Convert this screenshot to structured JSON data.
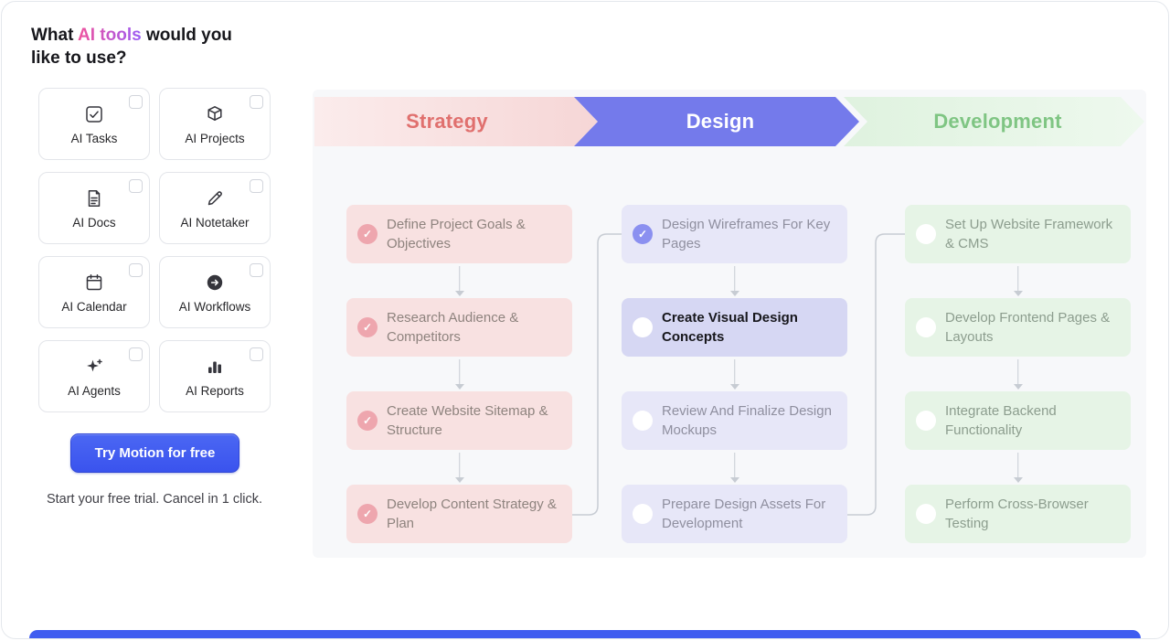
{
  "panel": {
    "title_prefix": "What ",
    "title_accent": "AI tools",
    "title_suffix": " would you like to use?",
    "tools": [
      {
        "label": "AI Tasks",
        "icon": "task-check-icon",
        "checked": false
      },
      {
        "label": "AI Projects",
        "icon": "cube-icon",
        "checked": false
      },
      {
        "label": "AI Docs",
        "icon": "document-icon",
        "checked": false
      },
      {
        "label": "AI Notetaker",
        "icon": "pen-icon",
        "checked": false
      },
      {
        "label": "AI Calendar",
        "icon": "calendar-icon",
        "checked": false
      },
      {
        "label": "AI Workflows",
        "icon": "arrow-circle-icon",
        "checked": false
      },
      {
        "label": "AI Agents",
        "icon": "sparkles-icon",
        "checked": false
      },
      {
        "label": "AI Reports",
        "icon": "bar-chart-icon",
        "checked": false
      }
    ],
    "cta_label": "Try Motion for free",
    "cta_subtext": "Start your free trial. Cancel in 1 click."
  },
  "flow": {
    "phases": [
      {
        "label": "Strategy",
        "accent": "#e0706e",
        "tasks": [
          {
            "label": "Define Project Goals & Objectives",
            "state": "done"
          },
          {
            "label": "Research Audience & Competitors",
            "state": "done"
          },
          {
            "label": "Create Website Sitemap & Structure",
            "state": "done"
          },
          {
            "label": "Develop Content Strategy & Plan",
            "state": "done"
          }
        ]
      },
      {
        "label": "Design",
        "accent": "#747aeb",
        "tasks": [
          {
            "label": "Design Wireframes For Key Pages",
            "state": "done"
          },
          {
            "label": "Create Visual Design Concepts",
            "state": "active"
          },
          {
            "label": "Review And Finalize Design Mockups",
            "state": "todo"
          },
          {
            "label": "Prepare Design Assets For Development",
            "state": "todo"
          }
        ]
      },
      {
        "label": "Development",
        "accent": "#7fc583",
        "tasks": [
          {
            "label": "Set Up Website Framework & CMS",
            "state": "todo"
          },
          {
            "label": "Develop Frontend Pages & Layouts",
            "state": "todo"
          },
          {
            "label": "Integrate Backend Functionality",
            "state": "todo"
          },
          {
            "label": "Perform Cross-Browser Testing",
            "state": "todo"
          }
        ]
      }
    ]
  },
  "colors": {
    "brand_blue": "#3f5cf0",
    "strategy_accent": "#e0706e",
    "design_accent": "#747aeb",
    "development_accent": "#7fc583",
    "title_accent_from": "#f0539d",
    "title_accent_to": "#9b5cf6"
  }
}
